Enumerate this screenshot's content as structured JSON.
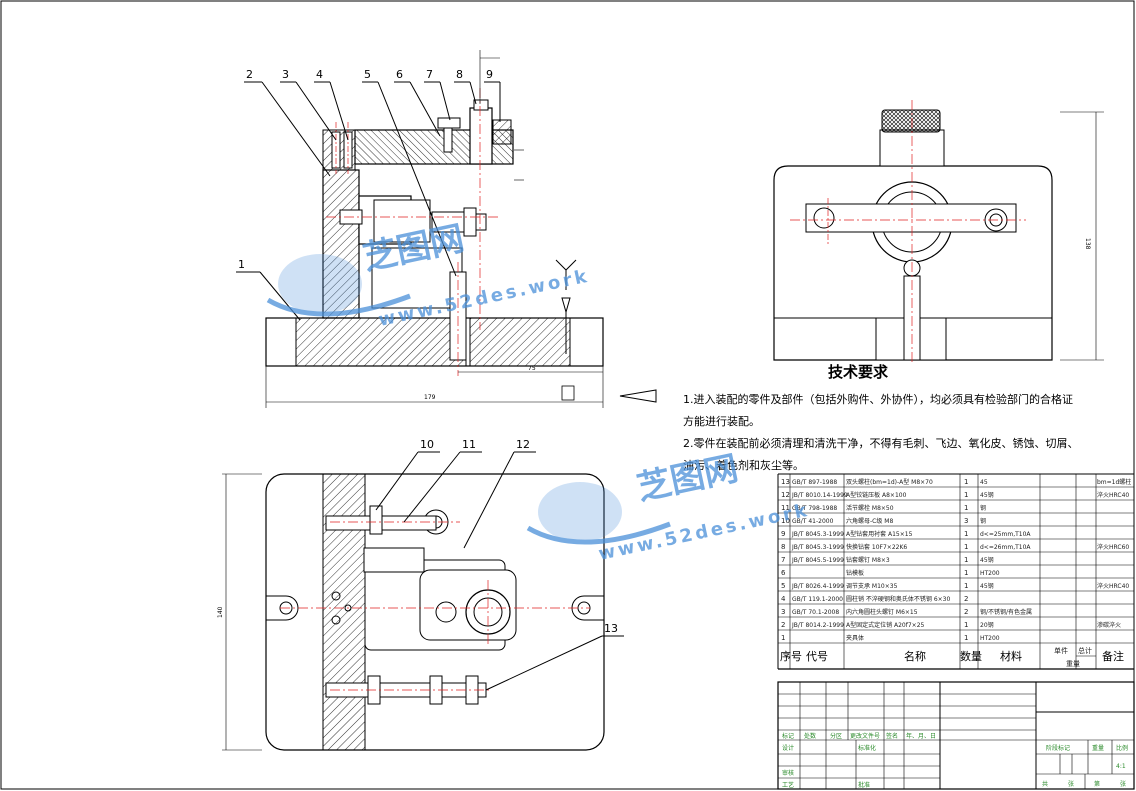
{
  "technical_requirements": {
    "title": "技术要求",
    "lines": [
      "1.进入装配的零件及部件（包括外购件、外协件），均必须具有检验部门的合格证",
      "方能进行装配。",
      "2.零件在装配前必须清理和清洗干净，不得有毛刺、飞边、氧化皮、锈蚀、切屑、",
      "油污、着色剂和灰尘等。"
    ]
  },
  "watermark": {
    "text_cn": "芝图网",
    "text_url": "www.52des.work"
  },
  "callouts_top": [
    "1",
    "2",
    "3",
    "4",
    "5",
    "6",
    "7",
    "8",
    "9"
  ],
  "callouts_bottom": [
    "10",
    "11",
    "12",
    "13"
  ],
  "dimensions": {
    "front_width": "179",
    "front_partial": "75",
    "plan_height": "140",
    "side_height": "138"
  },
  "bom": {
    "header": {
      "seq": "序号",
      "code": "代号",
      "name": "名称",
      "qty": "数量",
      "material": "材料",
      "unit": "单件",
      "total": "总计",
      "weight": "重量",
      "remark": "备注"
    },
    "rows": [
      {
        "seq": "13",
        "code": "GB/T 897-1988",
        "name": "双头螺柱(bm=1d)-A型 M8×70",
        "qty": "1",
        "material": "45",
        "remark": "bm=1d螺柱"
      },
      {
        "seq": "12",
        "code": "JB/T 8010.14-1999",
        "name": "A型铰链压板 A8×100",
        "qty": "1",
        "material": "45钢",
        "remark": "淬火HRC40"
      },
      {
        "seq": "11",
        "code": "GB/T 798-1988",
        "name": "活节螺栓 M8×50",
        "qty": "1",
        "material": "钢",
        "remark": ""
      },
      {
        "seq": "10",
        "code": "GB/T 41-2000",
        "name": "六角螺母-C级 M8",
        "qty": "3",
        "material": "钢",
        "remark": ""
      },
      {
        "seq": "9",
        "code": "JB/T 8045.3-1999",
        "name": "A型钻套用衬套 A15×15",
        "qty": "1",
        "material": "d<=25mm,T10A",
        "remark": ""
      },
      {
        "seq": "8",
        "code": "JB/T 8045.3-1999",
        "name": "快换钻套 10F7×22K6",
        "qty": "1",
        "material": "d<=26mm,T10A",
        "remark": "淬火HRC60"
      },
      {
        "seq": "7",
        "code": "JB/T 8045.5-1999",
        "name": "钻套螺钉 M8×3",
        "qty": "1",
        "material": "45钢",
        "remark": ""
      },
      {
        "seq": "6",
        "code": "",
        "name": "钻模板",
        "qty": "1",
        "material": "HT200",
        "remark": ""
      },
      {
        "seq": "5",
        "code": "JB/T 8026.4-1999",
        "name": "调节支承 M10×35",
        "qty": "1",
        "material": "45钢",
        "remark": "淬火HRC40"
      },
      {
        "seq": "4",
        "code": "GB/T 119.1-2000",
        "name": "圆柱销 不淬硬钢和奥氏体不锈钢 6×30",
        "qty": "2",
        "material": "",
        "remark": ""
      },
      {
        "seq": "3",
        "code": "GB/T 70.1-2008",
        "name": "内六角圆柱头螺钉 M6×15",
        "qty": "2",
        "material": "钢/不锈钢/有色金属",
        "remark": ""
      },
      {
        "seq": "2",
        "code": "JB/T 8014.2-1999",
        "name": "A型固定式定位销 A20f7×25",
        "qty": "1",
        "material": "20钢",
        "remark": "渗碳淬火"
      },
      {
        "seq": "1",
        "code": "",
        "name": "夹具体",
        "qty": "1",
        "material": "HT200",
        "remark": ""
      }
    ]
  },
  "title_block": {
    "row1": [
      "标记",
      "处数",
      "分区",
      "更改文件号",
      "签名",
      "年、月、日"
    ],
    "design": "设计",
    "standard": "标准化",
    "review": "审核",
    "process": "工艺",
    "approve": "批准",
    "stage": "阶段标记",
    "weight": "重量",
    "scale": "比例",
    "scale_value": "4:1",
    "sheets": [
      "共",
      "张",
      "第",
      "张"
    ]
  },
  "colors": {
    "line": "#000000",
    "centerline": "#e02020",
    "title_text": "#2a8a2a",
    "watermark": "#4a90d9"
  }
}
